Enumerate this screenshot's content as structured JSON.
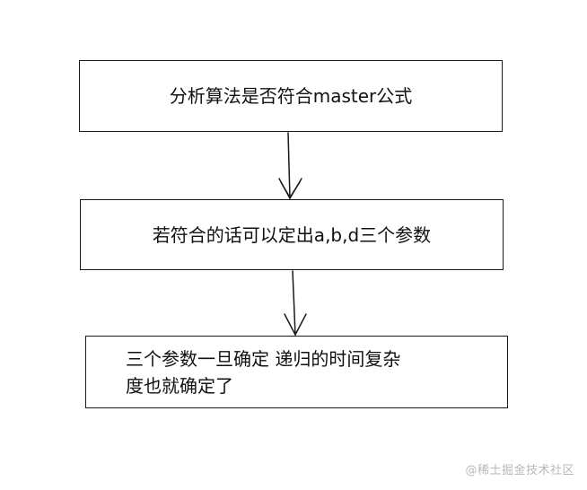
{
  "diagram": {
    "steps": [
      {
        "text": "分析算法是否符合master公式"
      },
      {
        "text": "若符合的话可以定出a,b,d三个参数"
      },
      {
        "text": "三个参数一旦确定 递归的时间复杂\n度也就确定了"
      }
    ]
  },
  "watermark": {
    "text": "@稀土掘金技术社区"
  },
  "colors": {
    "stroke": "#1a1a1a",
    "watermark": "#b8b8b8"
  }
}
